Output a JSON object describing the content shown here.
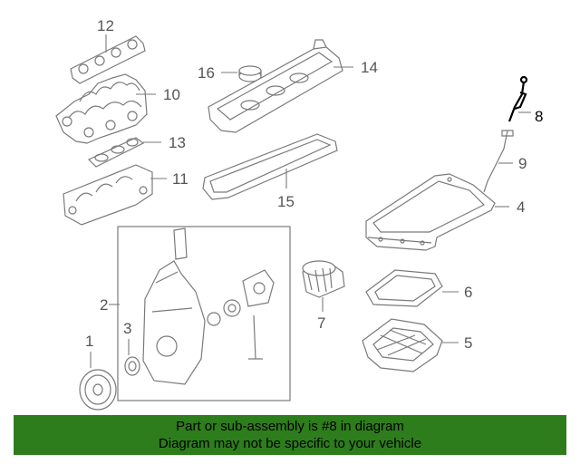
{
  "callouts": {
    "c1": "1",
    "c2": "2",
    "c3": "3",
    "c4": "4",
    "c5": "5",
    "c6": "6",
    "c7": "7",
    "c8": "8",
    "c9": "9",
    "c10": "10",
    "c11": "11",
    "c12": "12",
    "c13": "13",
    "c14": "14",
    "c15": "15",
    "c16": "16"
  },
  "banner": {
    "line1": "Part or sub-assembly is #8 in diagram",
    "line2": "Diagram may not be specific to your vehicle"
  },
  "colors": {
    "banner_bg": "#2e7d1c",
    "part_stroke": "#7a7a7a",
    "highlight": "#000000"
  }
}
